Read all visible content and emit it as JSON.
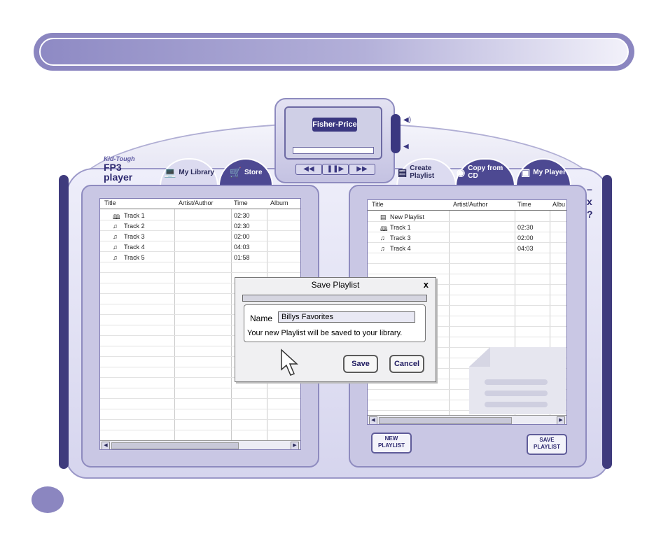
{
  "player": {
    "brand": "Fisher-Price"
  },
  "logo": {
    "line1": "Kid-Tough",
    "line2": "FP3",
    "line3": "player"
  },
  "tabs": [
    {
      "label": "My Library",
      "icon": "laptop-icon"
    },
    {
      "label": "Store",
      "icon": "cart-icon"
    },
    {
      "label": "Create Playlist",
      "icon": "document-icon"
    },
    {
      "label": "Copy from CD",
      "icon": "cd-icon"
    },
    {
      "label": "My Player",
      "icon": "device-icon"
    }
  ],
  "window_controls": {
    "minimize": "–",
    "close": "x",
    "help": "?"
  },
  "library": {
    "columns": [
      "Title",
      "Artist/Author",
      "Time",
      "Album"
    ],
    "rows": [
      {
        "icon": "book-icon",
        "title": "Track 1",
        "time": "02:30"
      },
      {
        "icon": "music-note-icon",
        "title": "Track 2",
        "time": "02:30"
      },
      {
        "icon": "music-note-icon",
        "title": "Track 3",
        "time": "02:00"
      },
      {
        "icon": "music-note-icon",
        "title": "Track 4",
        "time": "04:03"
      },
      {
        "icon": "music-note-icon",
        "title": "Track 5",
        "time": "01:58"
      }
    ]
  },
  "playlist": {
    "columns": [
      "Title",
      "Artist/Author",
      "Time",
      "Albu"
    ],
    "rows": [
      {
        "icon": "playlist-icon",
        "title": "New Playlist",
        "time": ""
      },
      {
        "icon": "book-icon",
        "title": "Track 1",
        "time": "02:30"
      },
      {
        "icon": "music-note-icon",
        "title": "Track 3",
        "time": "02:00"
      },
      {
        "icon": "music-note-icon",
        "title": "Track 4",
        "time": "04:03"
      }
    ],
    "new_button": "NEW PLAYLIST",
    "save_button": "SAVE PLAYLIST"
  },
  "dialog": {
    "title": "Save Playlist",
    "close": "x",
    "name_label": "Name",
    "name_value": "Billys Favorites",
    "message": "Your new Playlist will be saved to your library.",
    "save": "Save",
    "cancel": "Cancel"
  },
  "colors": {
    "accent": "#4d4992",
    "header": "#8b86c0",
    "panel": "#c9c7e4"
  }
}
